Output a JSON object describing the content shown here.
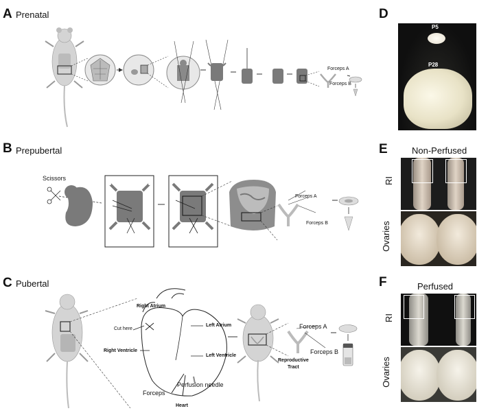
{
  "panelA": {
    "letter": "A",
    "title": "Prenatal",
    "forceps_a": "Forceps A",
    "forceps_b": "Forceps B"
  },
  "panelB": {
    "letter": "B",
    "title": "Prepubertal",
    "scissors": "Scissors",
    "forceps_a": "Forceps A",
    "forceps_b": "Forceps B"
  },
  "panelC": {
    "letter": "C",
    "title": "Pubertal",
    "right_atrium": "Right Atrium",
    "left_atrium": "Left Atrium",
    "cut_here": "Cut here",
    "right_ventricle": "Right Ventricle",
    "left_ventricle": "Left Ventricle",
    "forceps": "Forceps",
    "perfusion_needle": "Perfusion needle",
    "heart": "Heart",
    "forceps_a": "Forceps A",
    "forceps_b": "Forceps B",
    "reproductive_tract": "Reproductive\nTract"
  },
  "panelD": {
    "letter": "D",
    "p5": "P5",
    "p28": "P28"
  },
  "panelE": {
    "letter": "E",
    "title": "Non-Perfused",
    "ri": "RI",
    "ovaries": "Ovaries"
  },
  "panelF": {
    "letter": "F",
    "title": "Perfused",
    "ri": "RI",
    "ovaries": "Ovaries"
  },
  "colors": {
    "mouse_gray": "#cfcfcf",
    "dark_gray": "#6e6e6e",
    "photo_dark": "#141414",
    "tissue": "#ece2cf"
  }
}
